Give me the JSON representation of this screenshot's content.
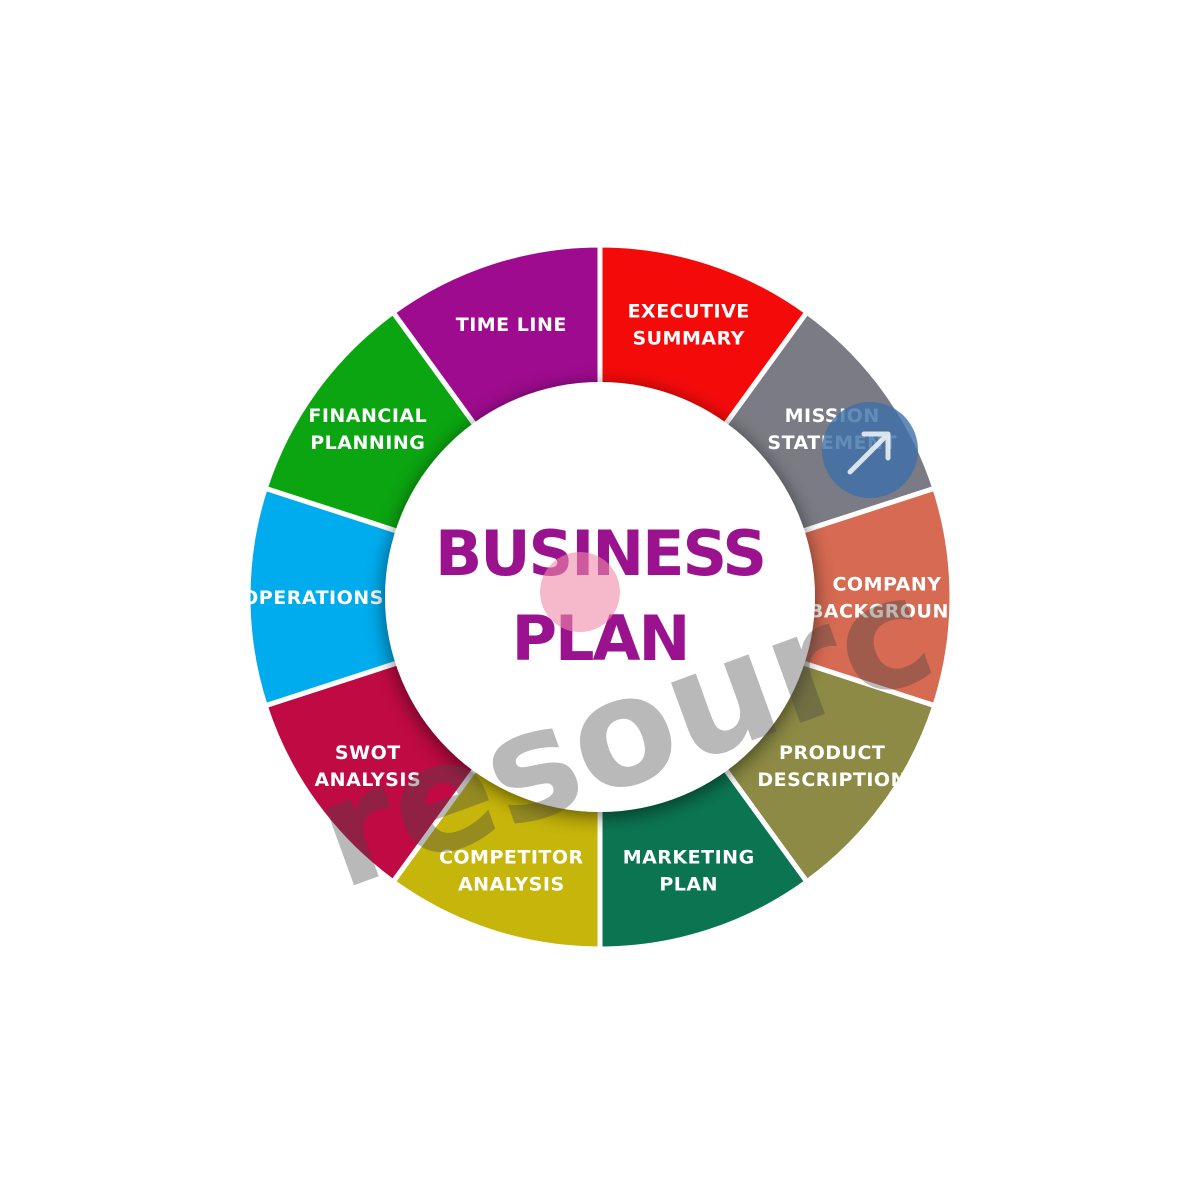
{
  "diagram": {
    "center": {
      "lines": [
        "BUSINESS",
        "PLAN"
      ],
      "color": "#9b128f"
    },
    "segments": [
      {
        "lines": [
          "EXECUTIVE",
          "SUMMARY"
        ],
        "color": "#f50a0a"
      },
      {
        "lines": [
          "MISSION",
          "STATEMENT"
        ],
        "color": "#7b7b85"
      },
      {
        "lines": [
          "COMPANY",
          "BACKGROUND"
        ],
        "color": "#d66a52"
      },
      {
        "lines": [
          "PRODUCT",
          "DESCRIPTION"
        ],
        "color": "#8c8a44"
      },
      {
        "lines": [
          "MARKETING",
          "PLAN"
        ],
        "color": "#0b7552"
      },
      {
        "lines": [
          "COMPETITOR",
          "ANALYSIS"
        ],
        "color": "#c6b50a"
      },
      {
        "lines": [
          "SWOT",
          "ANALYSIS"
        ],
        "color": "#bf0a43"
      },
      {
        "lines": [
          "OPERATIONS"
        ],
        "color": "#00aced"
      },
      {
        "lines": [
          "FINANCIAL",
          "PLANNING"
        ],
        "color": "#0ba511"
      },
      {
        "lines": [
          "TIME LINE"
        ],
        "color": "#9e0b8e"
      }
    ]
  },
  "watermark": {
    "text": "resourc",
    "badge_icon": "arrow-up-icon",
    "badge_color": "#3d6fa8",
    "dot_color": "#f08aa8"
  }
}
